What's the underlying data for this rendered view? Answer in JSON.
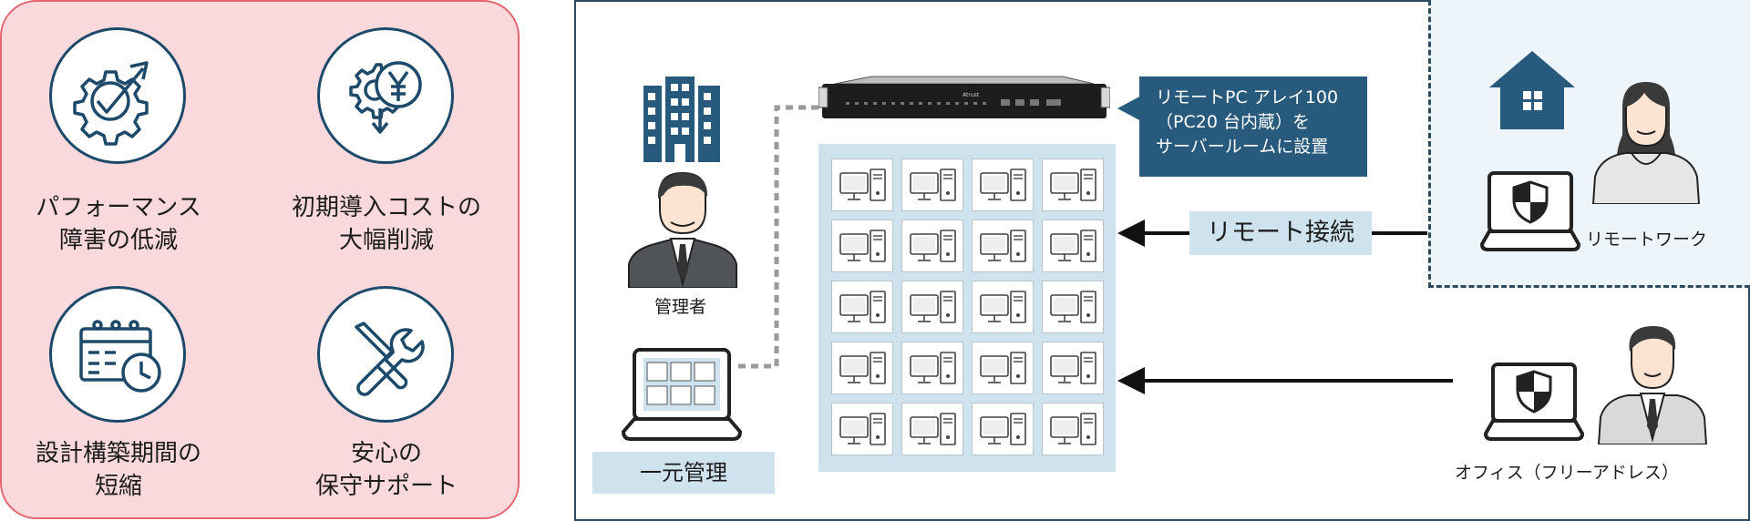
{
  "benefits": [
    {
      "label": "パフォーマンス\n障害の低減",
      "icon": "gear-arrow-icon"
    },
    {
      "label": "初期導入コストの\n大幅削減",
      "icon": "yen-coin-cost-down-icon"
    },
    {
      "label": "設計構築期間の\n短縮",
      "icon": "calendar-clock-icon"
    },
    {
      "label": "安心の\n保守サポート",
      "icon": "wrench-screwdriver-icon"
    }
  ],
  "diagram": {
    "admin_label": "管理者",
    "central_management_label": "一元管理",
    "server_brand": "Atrust",
    "callout_lines": [
      "リモートPC アレイ100",
      "（PC20 台内蔵）を",
      "サーバールームに設置"
    ],
    "remote_connection_label": "リモート接続",
    "remote_work_label": "リモートワーク",
    "office_label": "オフィス（フリーアドレス）",
    "pc_grid": {
      "rows": 5,
      "cols": 4
    },
    "colors": {
      "navy": "#1d4a6a",
      "light_blue": "#cfe3ee",
      "pink": "#f9d9db",
      "callout": "#275a7c"
    }
  }
}
